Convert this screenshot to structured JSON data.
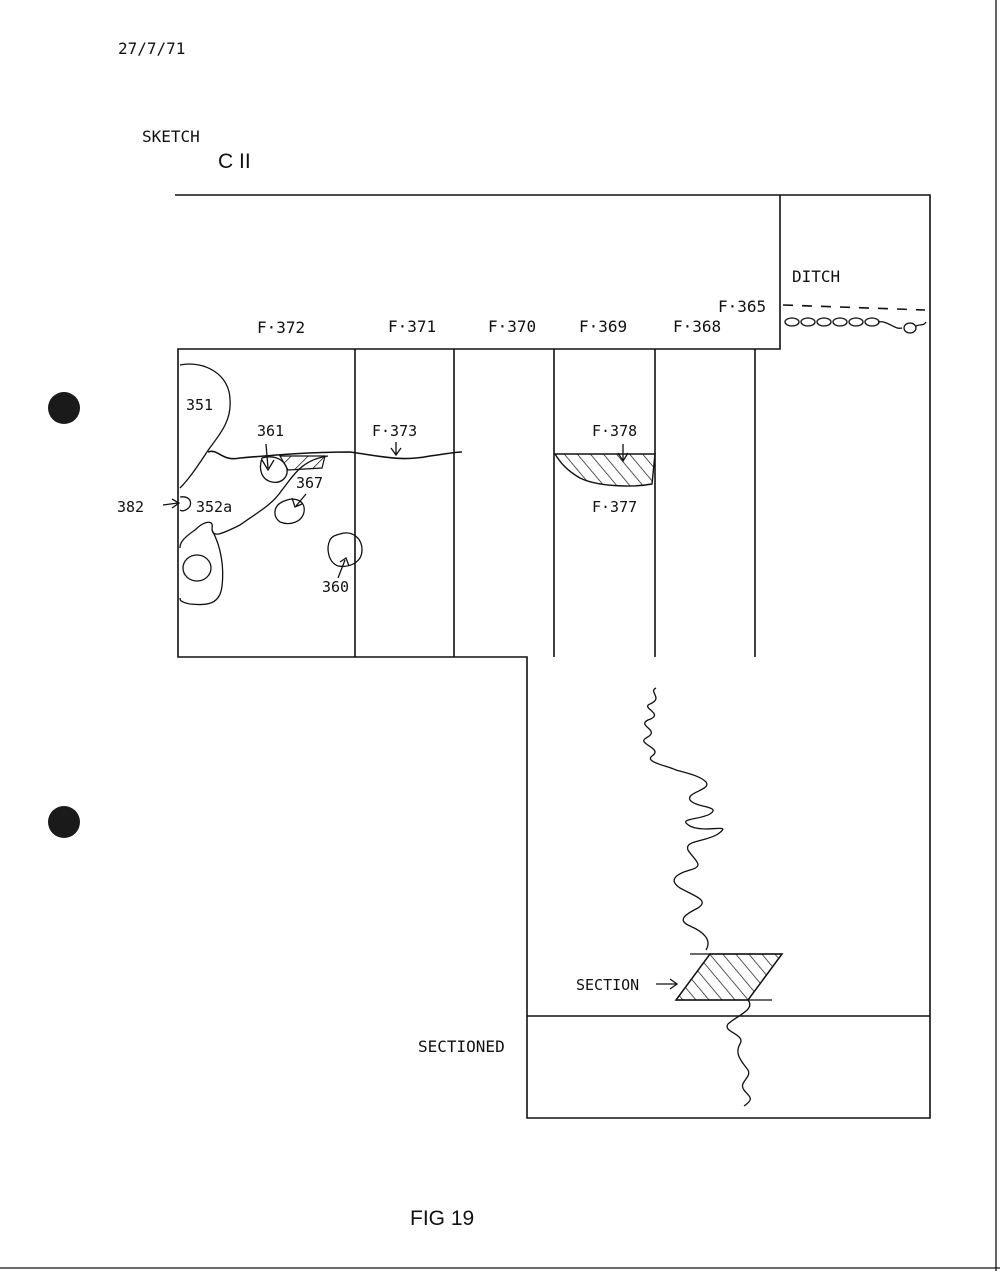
{
  "header": {
    "date": "27/7/71",
    "sketch_label": "SKETCH",
    "area_label": "C II"
  },
  "labels": {
    "ditch": "DITCH",
    "f365": "F·365",
    "f372": "F·372",
    "f371": "F·371",
    "f370": "F·370",
    "f369": "F·369",
    "f368": "F·368",
    "f373": "F·373",
    "f378": "F·378",
    "f377": "F·377",
    "n351": "351",
    "n361": "361",
    "n367": "367",
    "n352a": "352a",
    "n382": "382",
    "n360": "360",
    "section": "SECTION",
    "sectioned": "SECTIONED"
  },
  "caption": "FIG 19",
  "colors": {
    "ink": "#111111",
    "punch_hole": "#1a1a1a",
    "paper": "#ffffff"
  }
}
